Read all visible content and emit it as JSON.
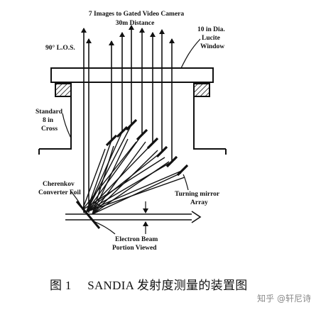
{
  "labels": {
    "title_line1": "7 Images to Gated Video Camera",
    "title_line2": "30m Distance",
    "los": "90° L.O.S.",
    "window_line1": "10 in Dia.",
    "window_line2": "Lucite",
    "window_line3": "Window",
    "cross_line1": "Standard",
    "cross_line2": "8 in",
    "cross_line3": "Cross",
    "cherenkov_line1": "Cherenkov",
    "cherenkov_line2": "Converter Foil",
    "mirror_line1": "Turning mirror",
    "mirror_line2": "Array",
    "beam_line1": "Electron Beam",
    "beam_line2": "Portion Viewed"
  },
  "caption": {
    "number": "图 1",
    "text": "SANDIA 发射度测量的装置图"
  },
  "watermark": {
    "text": "知乎 @轩尼诗"
  }
}
